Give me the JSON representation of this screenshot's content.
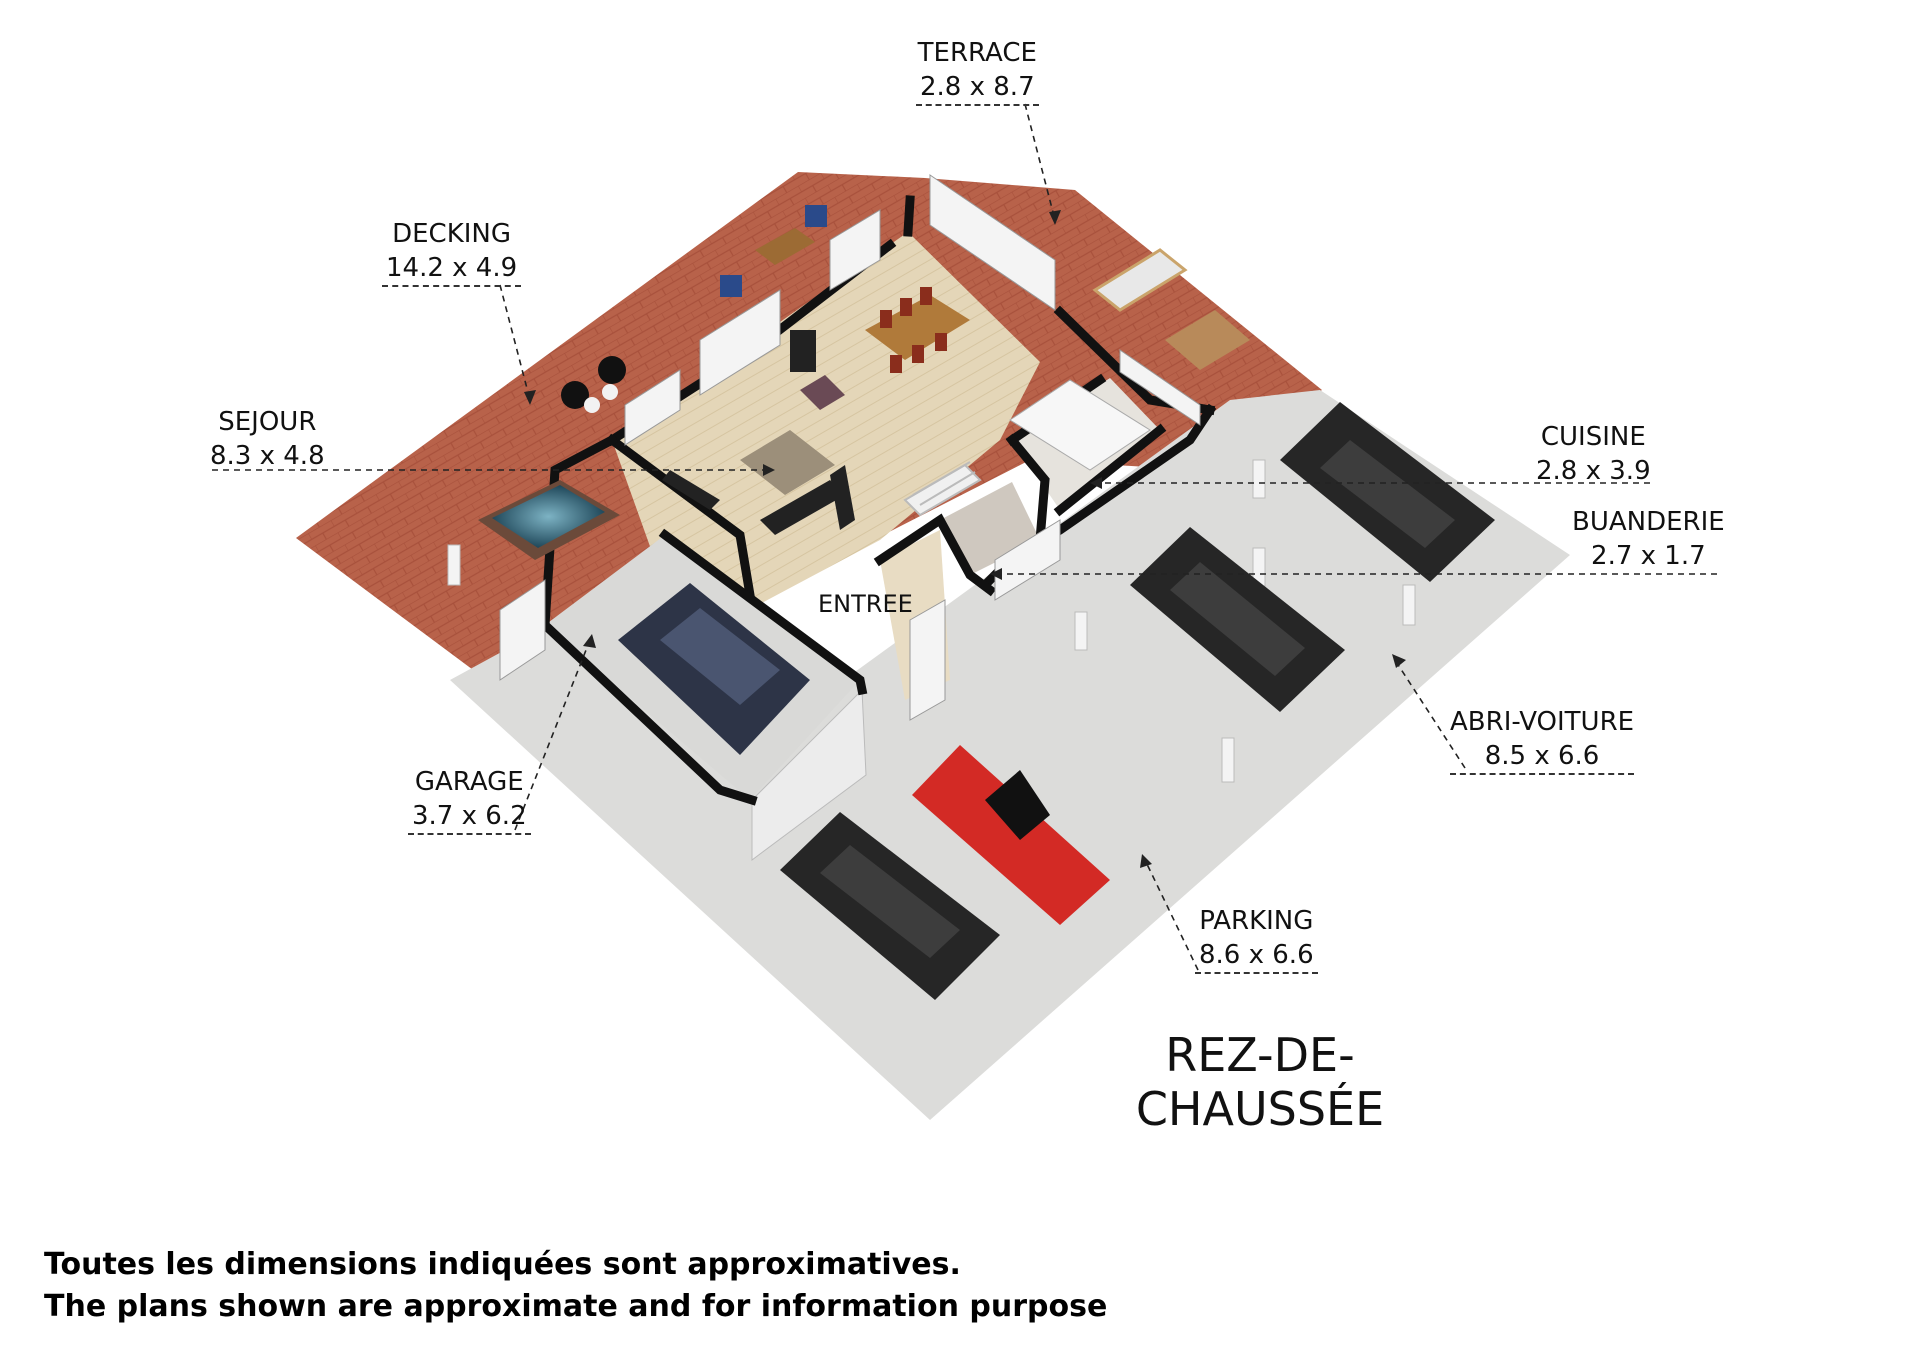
{
  "floor_title": "REZ-DE-CHAUSSÉE",
  "rooms": [
    {
      "id": "terrace",
      "name": "TERRACE",
      "dims": "2.8 x 8.7"
    },
    {
      "id": "decking",
      "name": "DECKING",
      "dims": "14.2 x 4.9"
    },
    {
      "id": "sejour",
      "name": "SEJOUR",
      "dims": "8.3 x 4.8"
    },
    {
      "id": "cuisine",
      "name": "CUISINE",
      "dims": "2.8 x 3.9"
    },
    {
      "id": "buanderie",
      "name": "BUANDERIE",
      "dims": "2.7 x 1.7"
    },
    {
      "id": "entree",
      "name": "ENTREE"
    },
    {
      "id": "garage",
      "name": "GARAGE",
      "dims": "3.7 x 6.2"
    },
    {
      "id": "abri_voiture",
      "name": "ABRI-VOITURE",
      "dims": "8.5 x 6.6"
    },
    {
      "id": "parking",
      "name": "PARKING",
      "dims": "8.6 x 6.6"
    }
  ],
  "disclaimer": [
    "Toutes les dimensions indiquées sont approximatives.",
    "The plans shown are approximate and for information purpose"
  ],
  "colors": {
    "brick": "#b8624a",
    "paving": "#dcdcda",
    "wood_floor": "#e2d3b4",
    "wall": "#111111",
    "wall_face": "#f2f2f2",
    "car_dark": "#222222",
    "car_red": "#d32a25"
  }
}
